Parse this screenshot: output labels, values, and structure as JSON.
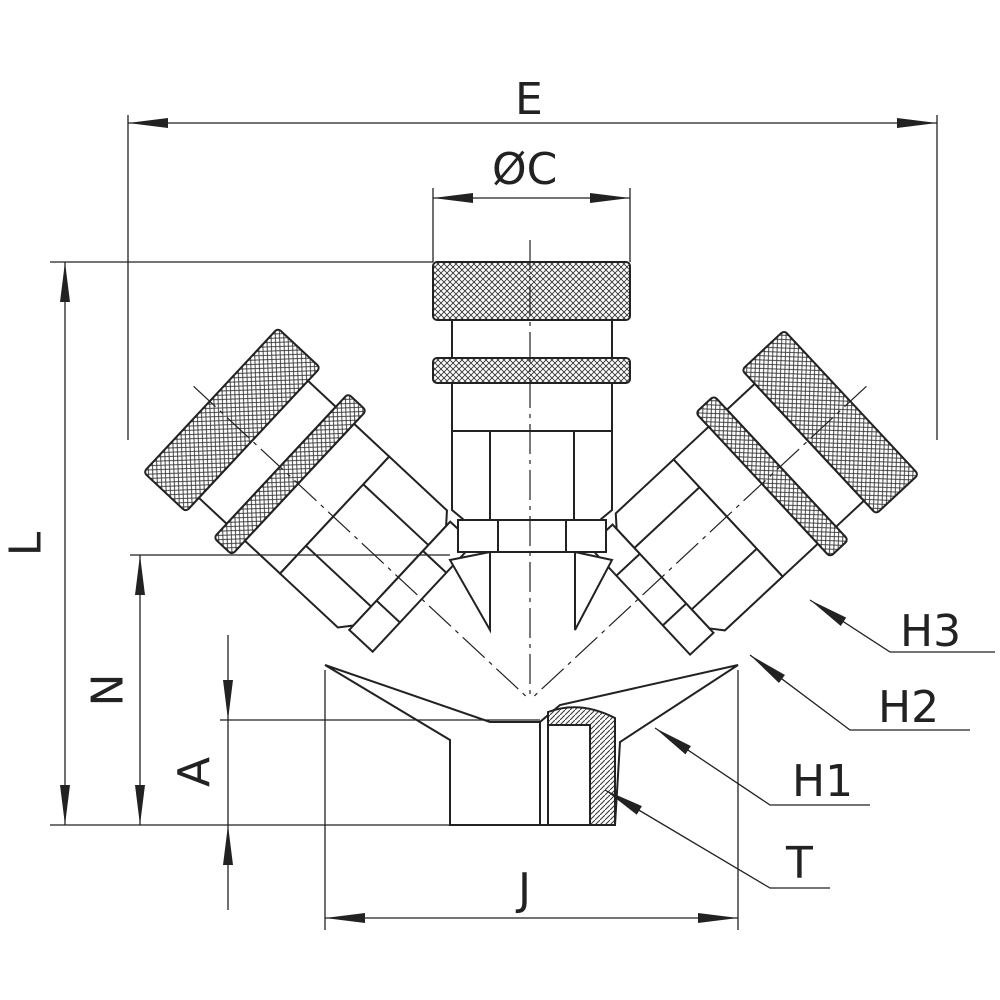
{
  "drawing": {
    "dimensions": {
      "E": "E",
      "C": "ØC",
      "L": "L",
      "N": "N",
      "A": "A",
      "J": "J"
    },
    "callouts": {
      "H3": "H3",
      "H2": "H2",
      "H1": "H1",
      "T": "T"
    },
    "colors": {
      "line": "#222222",
      "background": "#ffffff"
    }
  }
}
